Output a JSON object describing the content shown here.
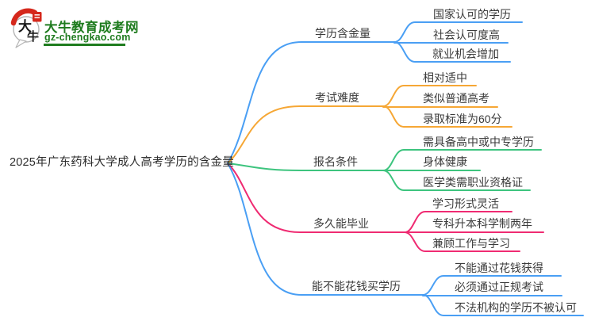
{
  "page": {
    "background": "#ffffff"
  },
  "logo": {
    "icon": "daniu-speech-bubble-logo",
    "icon_text_top": "大",
    "icon_text_bottom": "牛",
    "title": "大牛教育成考网",
    "subtitle": "gz-chengkao.com",
    "brand_green": "#1f7c1f",
    "brand_red": "#d5281c"
  },
  "mindmap": {
    "root": {
      "label": "2025年广东药科大学成人高考学历的含金量"
    },
    "branches": [
      {
        "label": "学历含金量",
        "color": "#4a9ff4",
        "children": [
          "国家认可的学历",
          "社会认可度高",
          "就业机会增加"
        ]
      },
      {
        "label": "考试难度",
        "color": "#f6a735",
        "children": [
          "相对适中",
          "类似普通高考",
          "录取标准为60分"
        ]
      },
      {
        "label": "报名条件",
        "color": "#3dc47e",
        "children": [
          "需具备高中或中专学历",
          "身体健康",
          "医学类需职业资格证"
        ]
      },
      {
        "label": "多久能毕业",
        "color": "#ef2b72",
        "children": [
          "学习形式灵活",
          "专科升本科学制两年",
          "兼顾工作与学习"
        ]
      },
      {
        "label": "能不能花钱买学历",
        "color": "#4a9ff4",
        "children": [
          "不能通过花钱获得",
          "必须通过正规考试",
          "不法机构的学历不被认可"
        ]
      }
    ]
  }
}
